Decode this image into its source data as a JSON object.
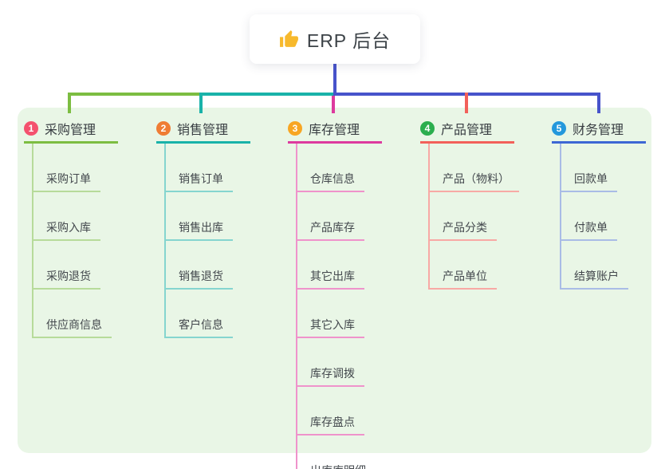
{
  "root": {
    "label": "ERP 后台",
    "icon": "thumbs-up-icon",
    "icon_color": "#f7b92c"
  },
  "colors": {
    "panel_bg": "#e9f6e6",
    "line_green": "#7cbd41",
    "line_teal": "#19b2a9",
    "line_blue": "#4753cb",
    "line_magenta": "#dd3a9e",
    "line_red": "#f2605a"
  },
  "branches": [
    {
      "index": "1",
      "label": "采购管理",
      "colors": {
        "main": "#7cbd41",
        "light": "#b7db9a",
        "badge": "#f4516e"
      },
      "children": [
        "采购订单",
        "采购入库",
        "采购退货",
        "供应商信息"
      ]
    },
    {
      "index": "2",
      "label": "销售管理",
      "colors": {
        "main": "#19b2a9",
        "light": "#85d5cf",
        "badge": "#ef7d34"
      },
      "children": [
        "销售订单",
        "销售出库",
        "销售退货",
        "客户信息"
      ]
    },
    {
      "index": "3",
      "label": "库存管理",
      "colors": {
        "main": "#dd3a9e",
        "light": "#ef93cb",
        "badge": "#f8a623"
      },
      "children": [
        "仓库信息",
        "产品库存",
        "其它出库",
        "其它入库",
        "库存调拨",
        "库存盘点",
        "出库库明细"
      ]
    },
    {
      "index": "4",
      "label": "产品管理",
      "colors": {
        "main": "#f2605a",
        "light": "#f8a9a5",
        "badge": "#2bae4e"
      },
      "children": [
        "产品（物料）",
        "产品分类",
        "产品单位"
      ]
    },
    {
      "index": "5",
      "label": "财务管理",
      "colors": {
        "main": "#3d67d4",
        "light": "#a9bce6",
        "badge": "#2498dc"
      },
      "children": [
        "回款单",
        "付款单",
        "结算账户"
      ]
    }
  ]
}
